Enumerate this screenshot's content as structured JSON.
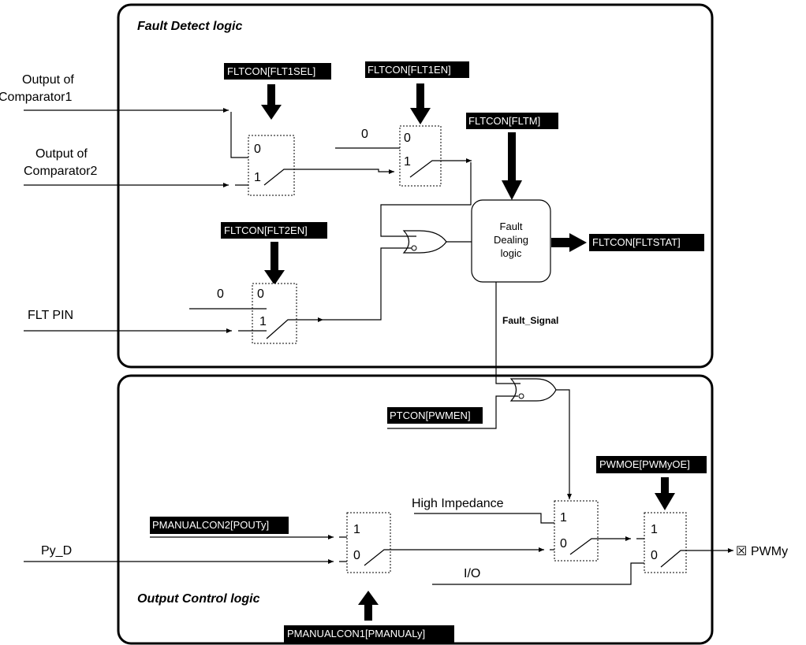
{
  "fault_detect": {
    "title": "Fault Detect logic",
    "inputs": {
      "comparator1": [
        "Output of",
        "Comparator1"
      ],
      "comparator2": [
        "Output of",
        "Comparator2"
      ],
      "flt_pin": "FLT  PIN"
    },
    "registers": {
      "flt1sel": "FLTCON[FLT1SEL]",
      "flt1en": "FLTCON[FLT1EN]",
      "fltm": "FLTCON[FLTM]",
      "flt2en": "FLTCON[FLT2EN]",
      "fltstat": "FLTCON[FLTSTAT]"
    },
    "mux_values": {
      "zero": "0",
      "one": "1"
    },
    "dealing_block": [
      "Fault",
      "Dealing",
      "logic"
    ],
    "fault_signal": "Fault_Signal"
  },
  "output_control": {
    "title": "Output Control logic",
    "registers": {
      "pwmen": "PTCON[PWMEN]",
      "pwmyoe": "PWMOE[PWMyOE]",
      "poutY": "PMANUALCON2[POUTy]",
      "pmanualy": "PMANUALCON1[PMANUALy]"
    },
    "inputs": {
      "py_d": "Py_D",
      "high_impedance": "High Impedance",
      "io": "I/O"
    },
    "output": "PWMy",
    "output_symbol": "☒"
  }
}
